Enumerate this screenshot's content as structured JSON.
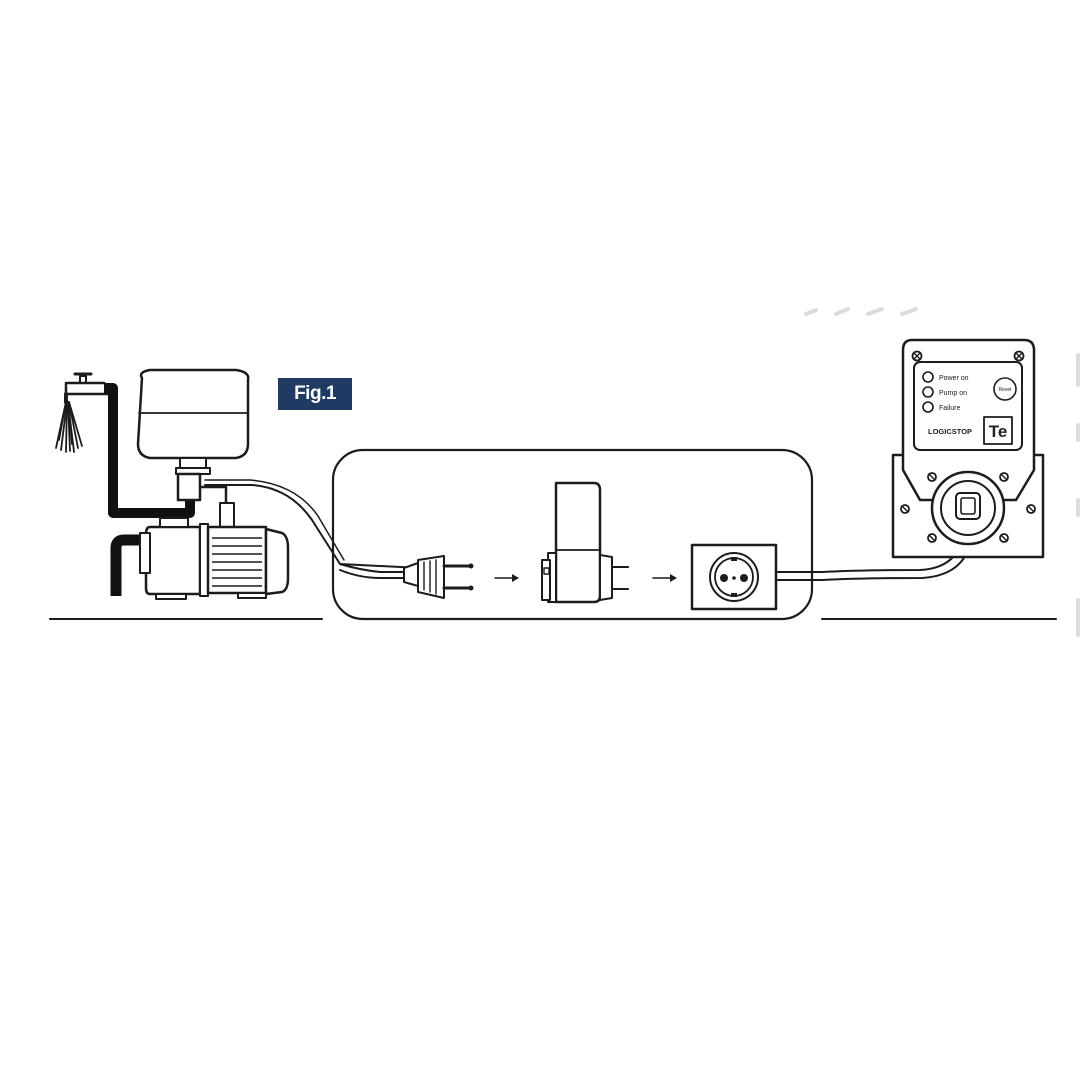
{
  "figure": {
    "label": "Fig.1"
  },
  "control_panel": {
    "indicators": [
      {
        "label": "Power on"
      },
      {
        "label": "Pump on"
      },
      {
        "label": "Failure"
      }
    ],
    "button_label": "Reset",
    "product_name": "LOGICSTOP",
    "logo_text": "Te"
  },
  "colors": {
    "line": "#1c1c1c",
    "label_background": "#1f3b63",
    "background": "#ffffff"
  }
}
